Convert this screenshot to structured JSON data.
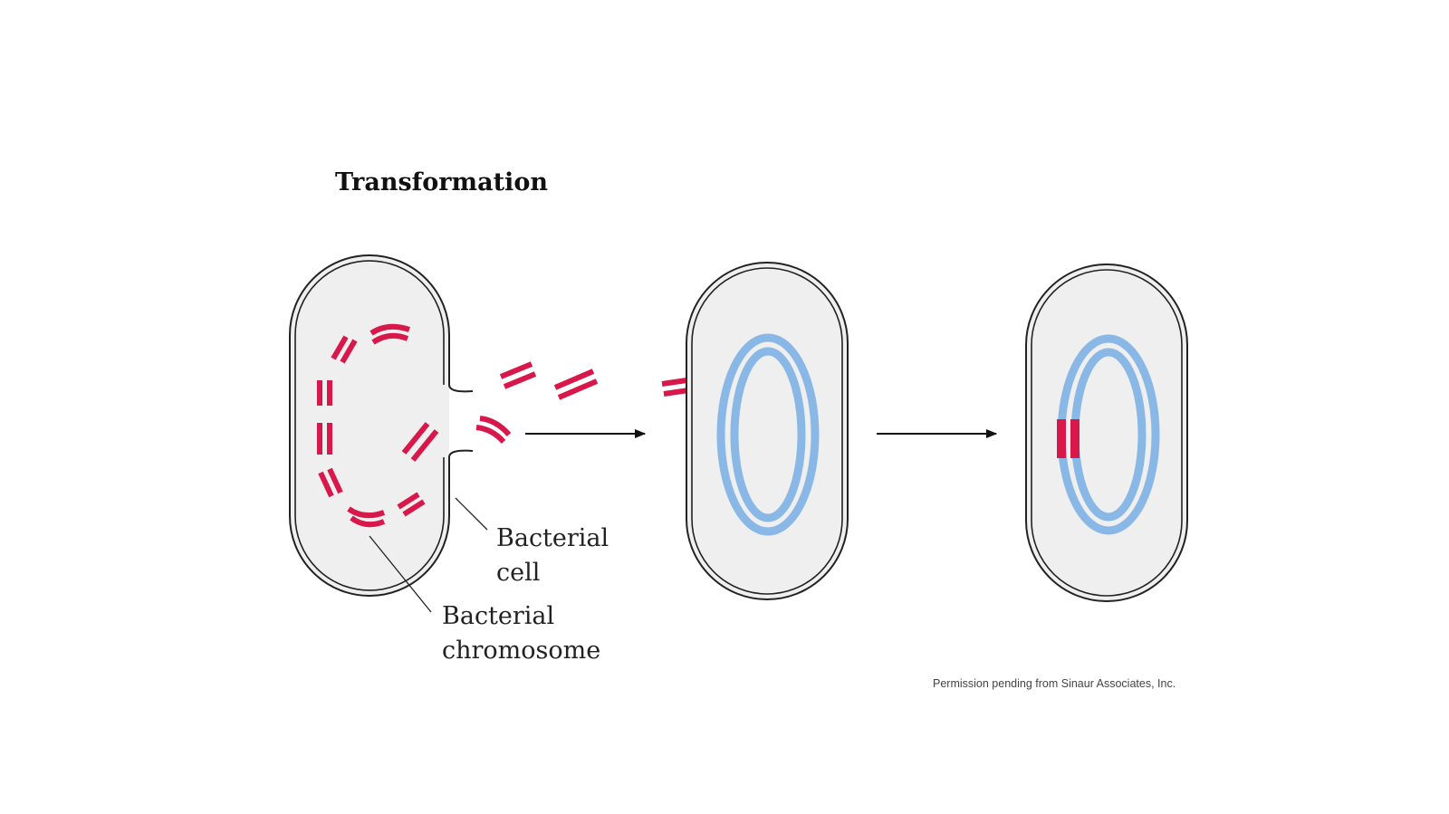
{
  "title": "Transformation",
  "labels": {
    "cell_line1": "Bacterial",
    "cell_line2": "cell",
    "chromosome_line1": "Bacterial",
    "chromosome_line2": "chromosome"
  },
  "credit": "Permission pending from Sinaur Associates, Inc.",
  "colors": {
    "donor_dna": "#d8184a",
    "recipient_dna": "#8ab8e6",
    "cell_fill": "#efefef",
    "cell_outline": "#222222",
    "arrow": "#111111"
  }
}
